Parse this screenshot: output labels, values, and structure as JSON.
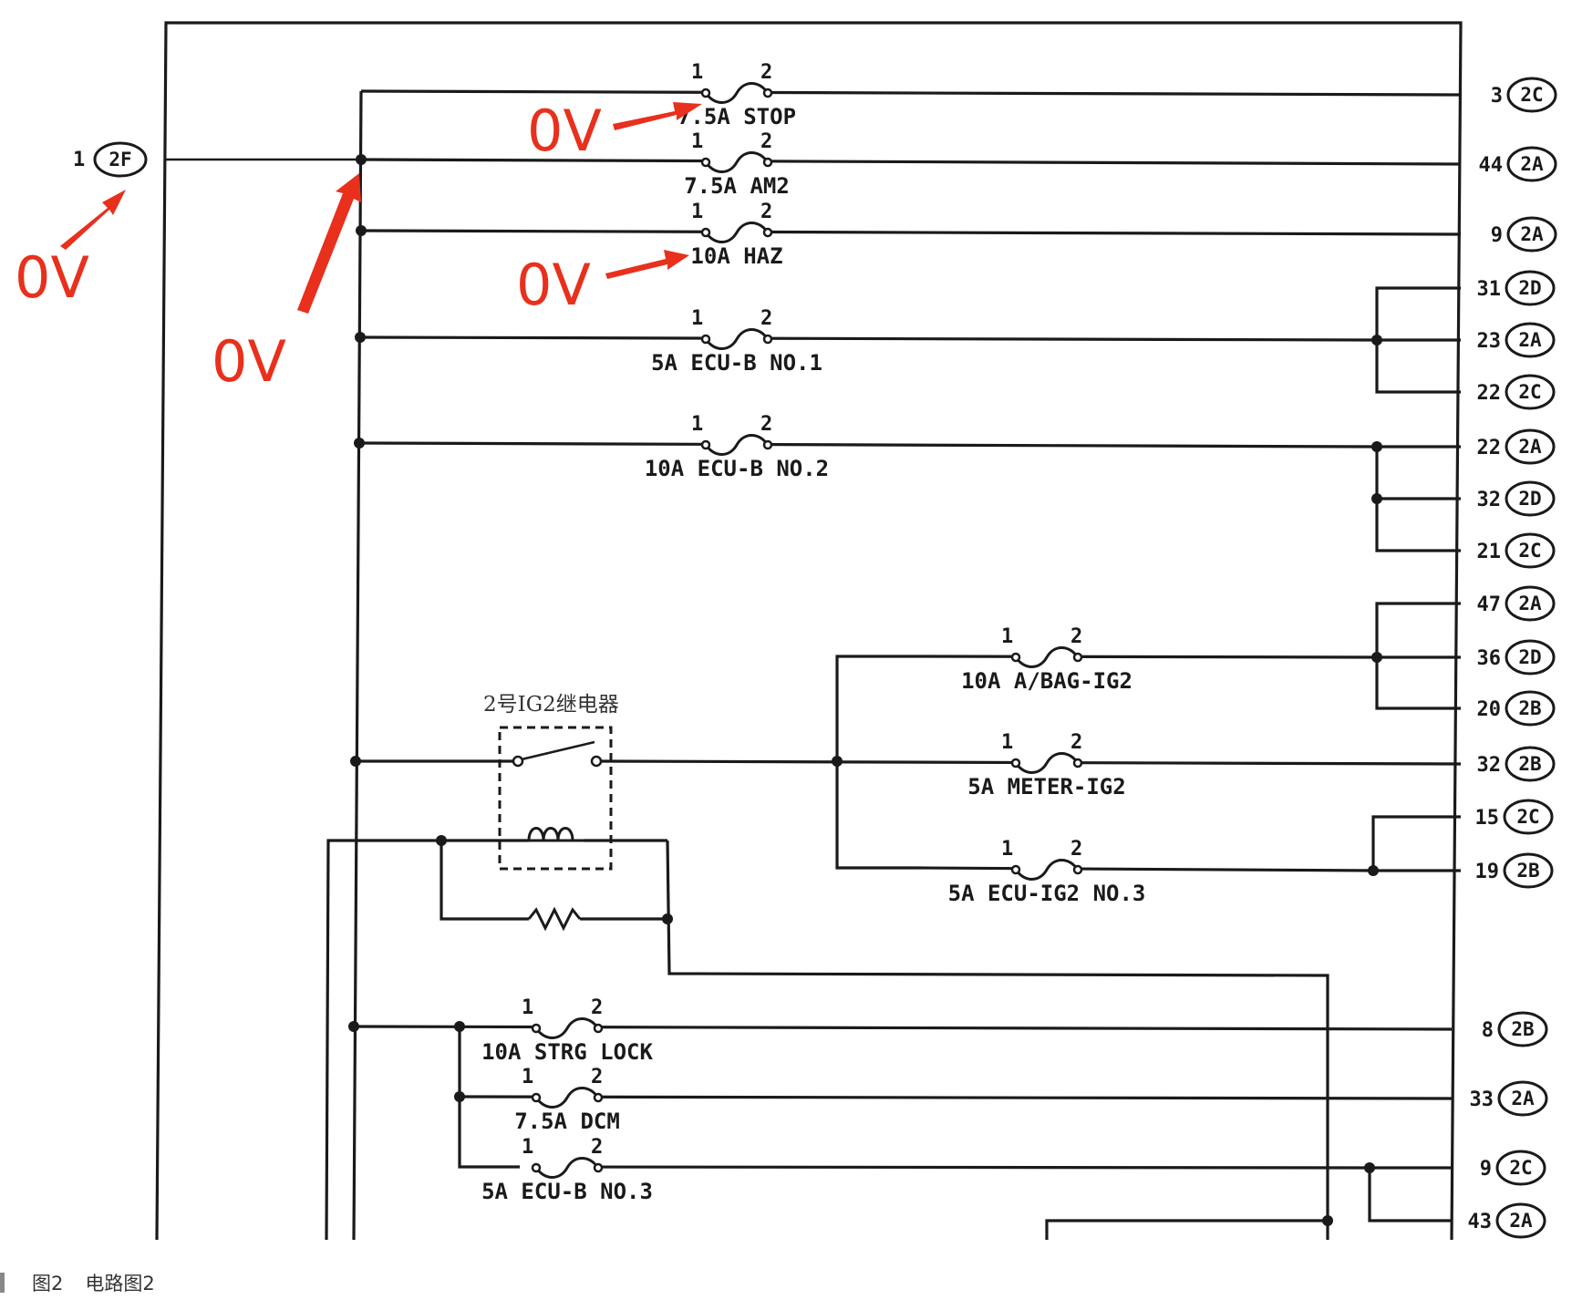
{
  "source_connector": {
    "pin": "1",
    "connector": "2F"
  },
  "fuses": [
    {
      "label": "7.5A STOP",
      "pin_in": "1",
      "pin_out": "2"
    },
    {
      "label": "7.5A AM2",
      "pin_in": "1",
      "pin_out": "2"
    },
    {
      "label": "10A HAZ",
      "pin_in": "1",
      "pin_out": "2"
    },
    {
      "label": "5A ECU-B NO.1",
      "pin_in": "1",
      "pin_out": "2"
    },
    {
      "label": "10A ECU-B NO.2",
      "pin_in": "1",
      "pin_out": "2"
    },
    {
      "label": "10A A/BAG-IG2",
      "pin_in": "1",
      "pin_out": "2"
    },
    {
      "label": "5A METER-IG2",
      "pin_in": "1",
      "pin_out": "2"
    },
    {
      "label": "5A ECU-IG2 NO.3",
      "pin_in": "1",
      "pin_out": "2"
    },
    {
      "label": "10A STRG LOCK",
      "pin_in": "1",
      "pin_out": "2"
    },
    {
      "label": "7.5A DCM",
      "pin_in": "1",
      "pin_out": "2"
    },
    {
      "label": "5A ECU-B NO.3",
      "pin_in": "1",
      "pin_out": "2"
    }
  ],
  "output_connectors": [
    {
      "pin": "3",
      "connector": "2C"
    },
    {
      "pin": "44",
      "connector": "2A"
    },
    {
      "pin": "9",
      "connector": "2A"
    },
    {
      "pin": "31",
      "connector": "2D"
    },
    {
      "pin": "23",
      "connector": "2A"
    },
    {
      "pin": "22",
      "connector": "2C"
    },
    {
      "pin": "22",
      "connector": "2A"
    },
    {
      "pin": "32",
      "connector": "2D"
    },
    {
      "pin": "21",
      "connector": "2C"
    },
    {
      "pin": "47",
      "connector": "2A"
    },
    {
      "pin": "36",
      "connector": "2D"
    },
    {
      "pin": "20",
      "connector": "2B"
    },
    {
      "pin": "32",
      "connector": "2B"
    },
    {
      "pin": "15",
      "connector": "2C"
    },
    {
      "pin": "19",
      "connector": "2B"
    },
    {
      "pin": "8",
      "connector": "2B"
    },
    {
      "pin": "33",
      "connector": "2A"
    },
    {
      "pin": "9",
      "connector": "2C"
    },
    {
      "pin": "43",
      "connector": "2A"
    }
  ],
  "relay": {
    "title": "2号IG2继电器"
  },
  "annotations": [
    "0V",
    "0V",
    "0V",
    "0V"
  ],
  "caption": {
    "figure": "图2",
    "title": "电路图2"
  },
  "colors": {
    "wire": "#1a1a1a",
    "annotation": "#e8301c"
  }
}
